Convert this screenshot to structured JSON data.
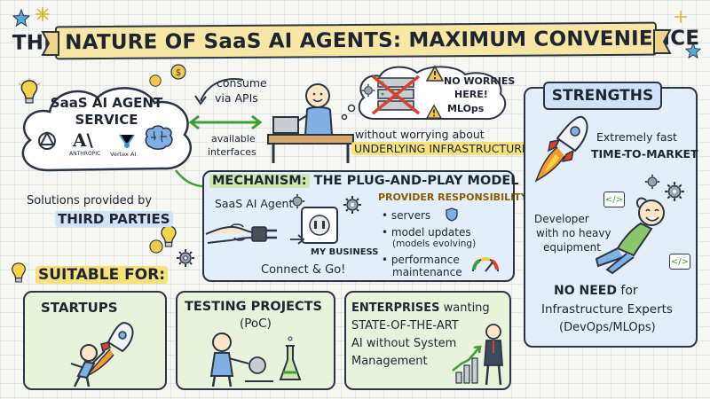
{
  "title": "THE NATURE OF SaaS AI AGENTS: MAXIMUM CONVENIENCE",
  "service": {
    "title_line1": "SaaS AI AGENT",
    "title_line2": "SERVICE",
    "logo_anthropic_text": "ANTHROPIC",
    "logo_vertex_text": "Vertex AI"
  },
  "consume": {
    "line1": "consume",
    "line2": "via APIs"
  },
  "interfaces": {
    "line1": "available",
    "line2": "interfaces"
  },
  "worries": {
    "line1": "NO WORRIES",
    "line2": "HERE!",
    "line3": "MLOps"
  },
  "infra": {
    "line1": "without worrying about",
    "line2": "UNDERLYING INFRASTRUCTURE"
  },
  "third_party": {
    "line1": "Solutions provided by",
    "line2": "THIRD PARTIES"
  },
  "mechanism": {
    "label": "MECHANISM:",
    "title": "THE PLUG-AND-PLAY MODEL",
    "agent_label": "SaaS AI Agent",
    "business_label": "MY BUSINESS",
    "connect_label": "Connect & Go!",
    "provider_title": "PROVIDER RESPONSIBILITY:",
    "provider_items": [
      "servers",
      "model updates",
      "(models evolving)",
      "performance",
      "maintenance"
    ]
  },
  "strengths": {
    "title": "STRENGTHS",
    "fast_line1": "Extremely fast",
    "fast_line2": "TIME-TO-MARKET",
    "dev_line1": "Developer",
    "dev_line2": "with no heavy",
    "dev_line3": "equipment",
    "code_tag": "</>",
    "no_need_bold": "NO NEED",
    "no_need_rest": " for",
    "no_need_line2": "Infrastructure Experts",
    "no_need_line3": "(DevOps/MLOps)"
  },
  "suitable": {
    "title": "SUITABLE FOR:",
    "startups": "STARTUPS",
    "testing_line1": "TESTING PROJECTS",
    "testing_line2": "(PoC)",
    "ent_bold": "ENTERPRISES",
    "ent_rest": " wanting",
    "ent_line2": "STATE-OF-THE-ART",
    "ent_line3": "AI without System",
    "ent_line4": "Management"
  }
}
